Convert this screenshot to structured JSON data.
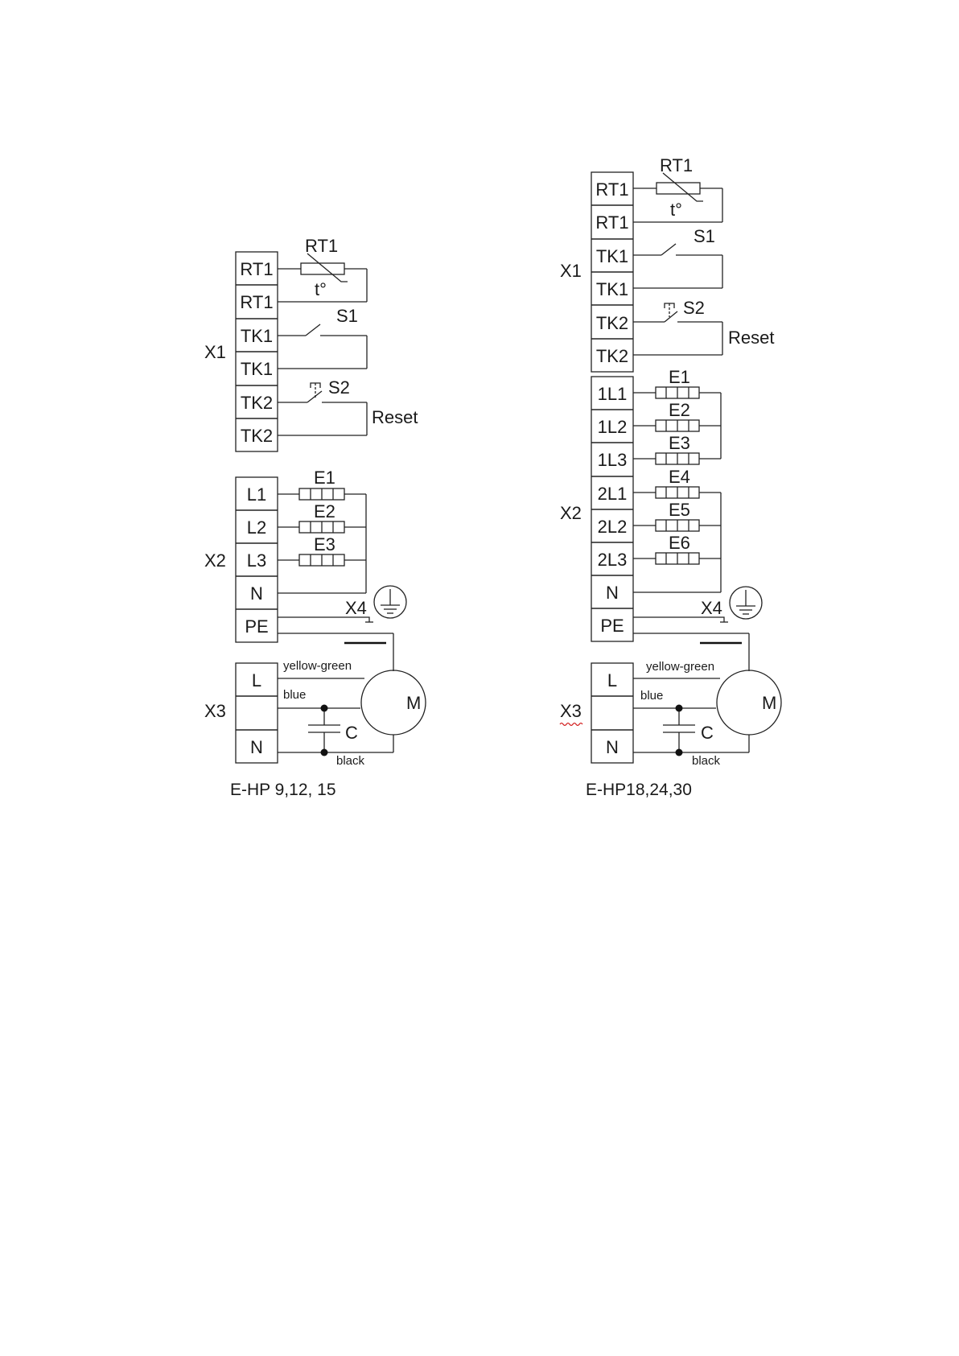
{
  "diagram_left": {
    "caption": "E-HP 9,12, 15",
    "x1_label": "X1",
    "x2_label": "X2",
    "x3_label": "X3",
    "x4_label": "X4",
    "x1_terminals": [
      "RT1",
      "RT1",
      "TK1",
      "TK1",
      "TK2",
      "TK2"
    ],
    "x2_terminals": [
      "L1",
      "L2",
      "L3",
      "N",
      "PE"
    ],
    "x3_terminals": [
      "L",
      "",
      "N"
    ],
    "thermistor": "RT1",
    "temp_symbol": "t°",
    "switch1": "S1",
    "switch2": "S2",
    "reset": "Reset",
    "heaters": [
      "E1",
      "E2",
      "E3"
    ],
    "motor": "M",
    "capacitor": "C",
    "wire_yellow_green": "yellow-green",
    "wire_blue": "blue",
    "wire_black": "black"
  },
  "diagram_right": {
    "caption": "E-HP18,24,30",
    "x1_label": "X1",
    "x2_label": "X2",
    "x3_label": "X3",
    "x4_label": "X4",
    "x1_terminals": [
      "RT1",
      "RT1",
      "TK1",
      "TK1",
      "TK2",
      "TK2"
    ],
    "x2_terminals": [
      "1L1",
      "1L2",
      "1L3",
      "2L1",
      "2L2",
      "2L3",
      "N",
      "PE"
    ],
    "x3_terminals": [
      "L",
      "",
      "N"
    ],
    "thermistor": "RT1",
    "temp_symbol": "t°",
    "switch1": "S1",
    "switch2": "S2",
    "reset": "Reset",
    "heaters": [
      "E1",
      "E2",
      "E3",
      "E4",
      "E5",
      "E6"
    ],
    "motor": "M",
    "capacitor": "C",
    "wire_yellow_green": "yellow-green",
    "wire_blue": "blue",
    "wire_black": "black"
  },
  "colors": {
    "line": "#222222",
    "text": "#1a1a1a",
    "spellcheck_underline": "#d21f1f"
  }
}
